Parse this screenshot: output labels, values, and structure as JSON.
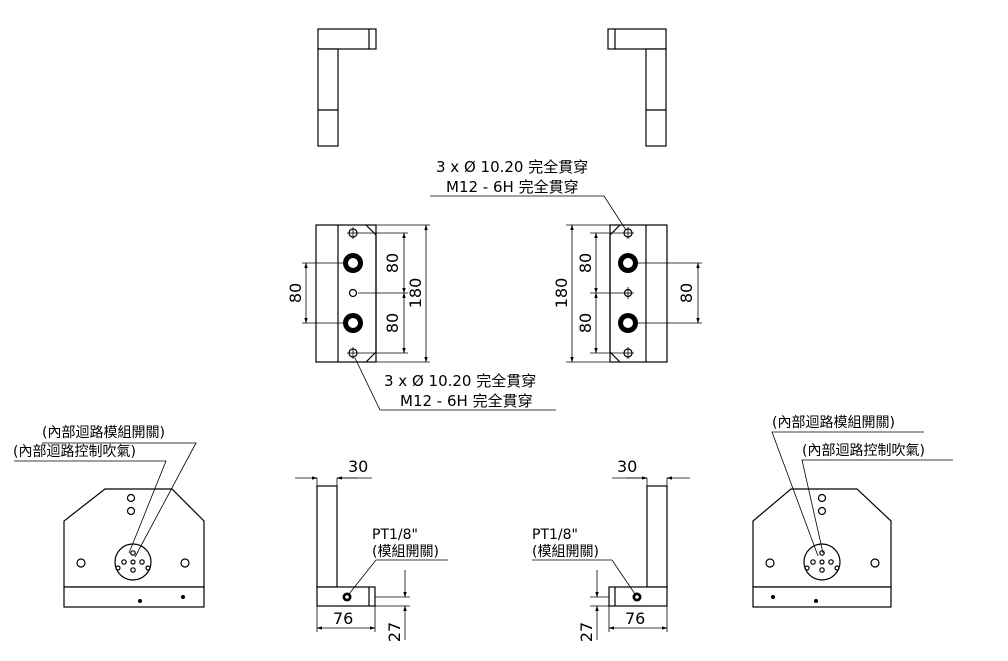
{
  "callouts": {
    "through_hole_line1": "3 x Ø 10.20 完全貫穿",
    "through_hole_line2": "M12 - 6H 完全貫穿",
    "internal_circuit_module_switch": "(內部迴路模組開關)",
    "internal_circuit_control_blow": "(內部迴路控制吹氣)",
    "port_size": "PT1/8\"",
    "module_switch": "(模組開關)"
  },
  "dimensions": {
    "hole_pitch": "80",
    "overall_height": "180",
    "width": "30",
    "port_offset": "76",
    "port_height": "27"
  }
}
